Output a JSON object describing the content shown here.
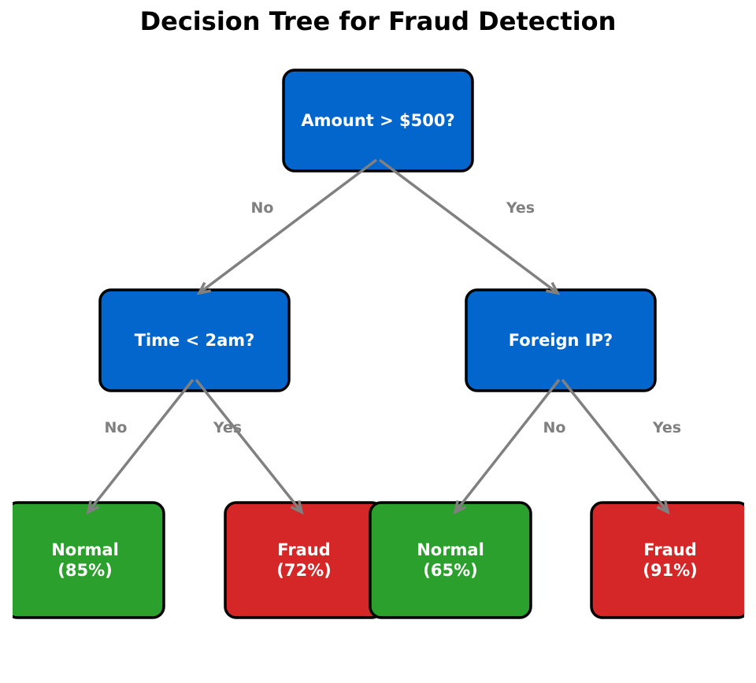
{
  "title": "Decision Tree for Fraud Detection",
  "colors": {
    "decision": "#0366CC",
    "normal": "#2CA02C",
    "fraud": "#D62728",
    "edge": "#808080",
    "border": "#000000"
  },
  "nodes": [
    {
      "id": "root",
      "type": "decision",
      "lines": [
        "Amount > $500?"
      ]
    },
    {
      "id": "time",
      "type": "decision",
      "lines": [
        "Time < 2am?"
      ]
    },
    {
      "id": "ip",
      "type": "decision",
      "lines": [
        "Foreign IP?"
      ]
    },
    {
      "id": "leaf1",
      "type": "normal",
      "lines": [
        "Normal",
        "(85%)"
      ]
    },
    {
      "id": "leaf2",
      "type": "fraud",
      "lines": [
        "Fraud",
        "(72%)"
      ]
    },
    {
      "id": "leaf3",
      "type": "normal",
      "lines": [
        "Normal",
        "(65%)"
      ]
    },
    {
      "id": "leaf4",
      "type": "fraud",
      "lines": [
        "Fraud",
        "(91%)"
      ]
    }
  ],
  "edges": [
    {
      "from": "root",
      "to": "time",
      "label": "No"
    },
    {
      "from": "root",
      "to": "ip",
      "label": "Yes"
    },
    {
      "from": "time",
      "to": "leaf1",
      "label": "No"
    },
    {
      "from": "time",
      "to": "leaf2",
      "label": "Yes"
    },
    {
      "from": "ip",
      "to": "leaf3",
      "label": "No"
    },
    {
      "from": "ip",
      "to": "leaf4",
      "label": "Yes"
    }
  ]
}
